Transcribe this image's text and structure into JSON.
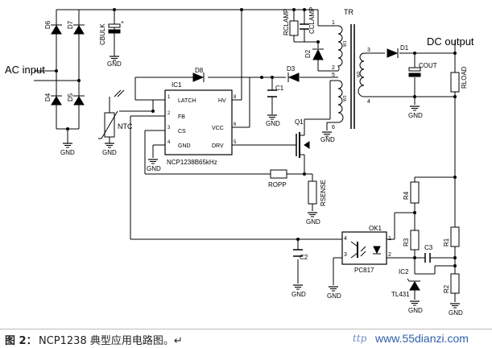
{
  "labels": {
    "ac_input": "AC input",
    "dc_output": "DC output",
    "tr": "TR",
    "rclamp": "RCLAMP",
    "cclamp": "CCLAMP",
    "cbulk": "CBULK",
    "ntc": "NTC",
    "d1": "D1",
    "d2": "D2",
    "d3": "D3",
    "d4": "D4",
    "d5": "D5",
    "d6": "D6",
    "d7": "D7",
    "d8": "D8",
    "c1": "C1",
    "c2": "C2",
    "c3": "C3",
    "cout": "COUT",
    "rload": "RLOAD",
    "ropp": "ROPP",
    "rsense": "RSENSE",
    "r1": "R1",
    "r2": "R2",
    "r3": "R3",
    "r4": "R4",
    "q1": "Q1",
    "ic1": "IC1",
    "ic2": "IC2",
    "ok1": "OK1",
    "pc817": "PC817",
    "tl431": "TL431",
    "ic_part": "NCP1238B65kHz",
    "gnd": "GND",
    "w1": "W1",
    "w2": "W2",
    "w3": "W3"
  },
  "ic_pins": {
    "latch": "LATCH",
    "fb": "FB",
    "cs": "CS",
    "gnd": "GND",
    "hv": "HV",
    "vcc": "VCC",
    "drv": "DRV",
    "n1": "1",
    "n2": "2",
    "n3": "3",
    "n4": "4",
    "n5": "5",
    "n6": "6",
    "n8": "8"
  },
  "tr_pins": {
    "p1": "1",
    "p2": "2",
    "p3": "3",
    "p4": "4",
    "p5": "5",
    "p6": "6"
  },
  "ok_pins": {
    "p1": "1",
    "p2": "2",
    "p3": "3",
    "p4": "4"
  },
  "caption": {
    "label": "图 2：",
    "text": "NCP1238 典型应用电路图。↵",
    "watermark_prefix": "ttp",
    "watermark": "www.55dianzi.com"
  }
}
